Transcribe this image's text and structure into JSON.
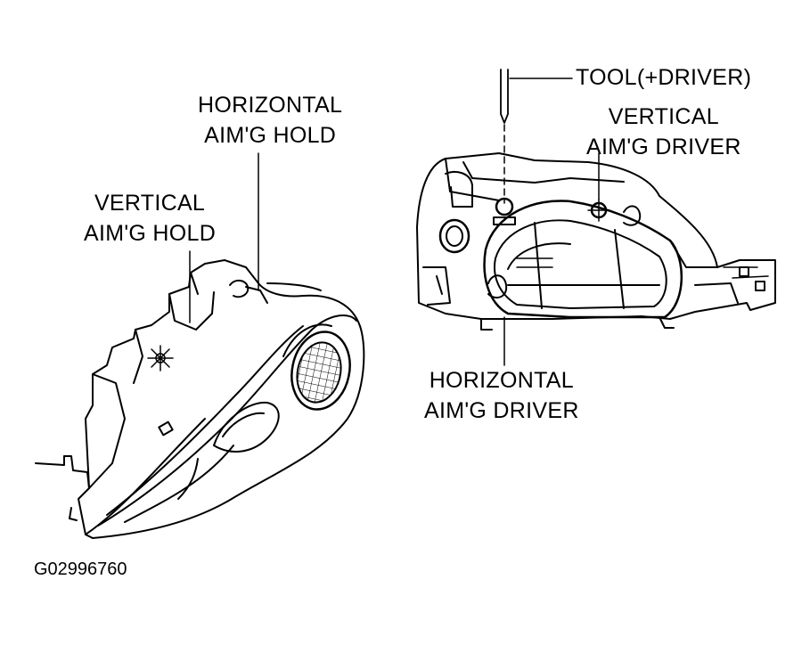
{
  "labels": {
    "horizontal_hold": {
      "line1": "HORIZONTAL",
      "line2": "AIM'G HOLD"
    },
    "vertical_hold": {
      "line1": "VERTICAL",
      "line2": "AIM'G HOLD"
    },
    "tool": "TOOL(+DRIVER)",
    "vertical_driver": {
      "line1": "VERTICAL",
      "line2": "AIM'G DRIVER"
    },
    "horizontal_driver": {
      "line1": "HORIZONTAL",
      "line2": "AIM'G DRIVER"
    }
  },
  "figure_id": "G02996760"
}
